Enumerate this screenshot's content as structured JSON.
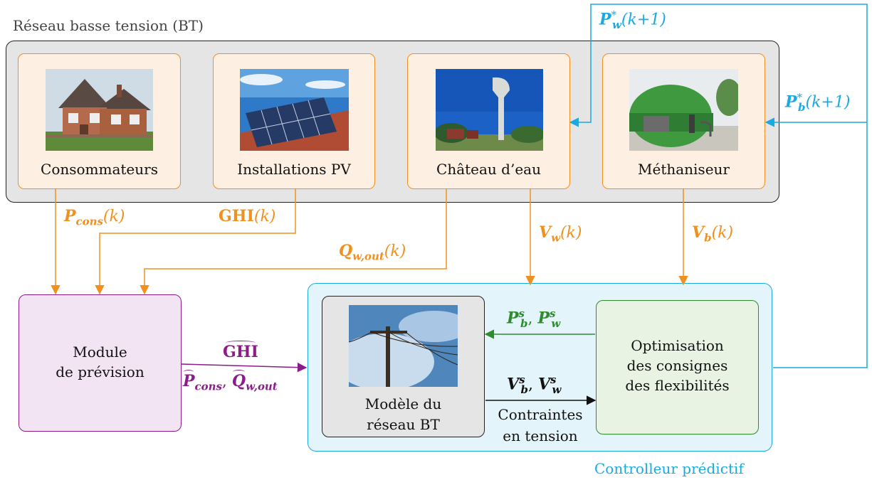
{
  "network": {
    "title": "Réseau basse tension (BT)"
  },
  "units": [
    {
      "label": "Consommateurs",
      "icon": "house-photo"
    },
    {
      "label": "Installations PV",
      "icon": "solar-panel-photo"
    },
    {
      "label": "Château d’eau",
      "icon": "water-tower-photo"
    },
    {
      "label": "Méthaniseur",
      "icon": "biogas-digester-photo"
    }
  ],
  "signals": {
    "p_cons": {
      "sym": "P",
      "sub": "cons",
      "arg": "(k)"
    },
    "ghi": {
      "sym": "GHI",
      "arg": "(k)"
    },
    "q_w_out": {
      "sym": "Q",
      "sub": "w,out",
      "arg": "(k)"
    },
    "v_w": {
      "sym": "V",
      "sub": "w",
      "arg": "(k)"
    },
    "v_b": {
      "sym": "V",
      "sub": "b",
      "arg": "(k)"
    },
    "p_w_star": {
      "sym": "P",
      "sub": "w",
      "sup": "*",
      "arg": "(k+1)"
    },
    "p_b_star": {
      "sym": "P",
      "sub": "b",
      "sup": "*",
      "arg": "(k+1)"
    },
    "ps_pair": {
      "a_sym": "P",
      "a_sub": "b",
      "a_sup": "s",
      "sep": ", ",
      "b_sym": "P",
      "b_sub": "w",
      "b_sup": "s"
    },
    "vs_pair": {
      "a_sym": "V",
      "a_sub": "b",
      "a_sup": "s",
      "sep": ", ",
      "b_sym": "V",
      "b_sub": "w",
      "b_sup": "s"
    },
    "ghi_hat": {
      "sym": "GHI"
    },
    "forecast_pair": {
      "a_sym": "P",
      "a_sub": "cons",
      "sep": ", ",
      "b_sym": "Q",
      "b_sub": "w,out"
    }
  },
  "forecast_module": {
    "line1": "Module",
    "line2": "de prévision"
  },
  "controller": {
    "label": "Controlleur prédictif",
    "model": {
      "line1": "Modèle du",
      "line2": "réseau BT",
      "icon": "power-line-photo"
    },
    "optimizer": {
      "line1": "Optimisation",
      "line2": "des consignes",
      "line3": "des flexibilités"
    },
    "constraints": {
      "line1": "Contraintes",
      "line2": "en tension"
    }
  },
  "colors": {
    "orange": "#f0901e",
    "blue": "#1aaae0",
    "green": "#2e8b2e",
    "purple": "#8a1d8a",
    "network_bg": "#e5e5e5",
    "unit_bg": "#fdf0e3",
    "controller_bg": "#e3f4fb",
    "forecast_bg": "#f3e4f3",
    "optimizer_bg": "#e8f3e4"
  }
}
